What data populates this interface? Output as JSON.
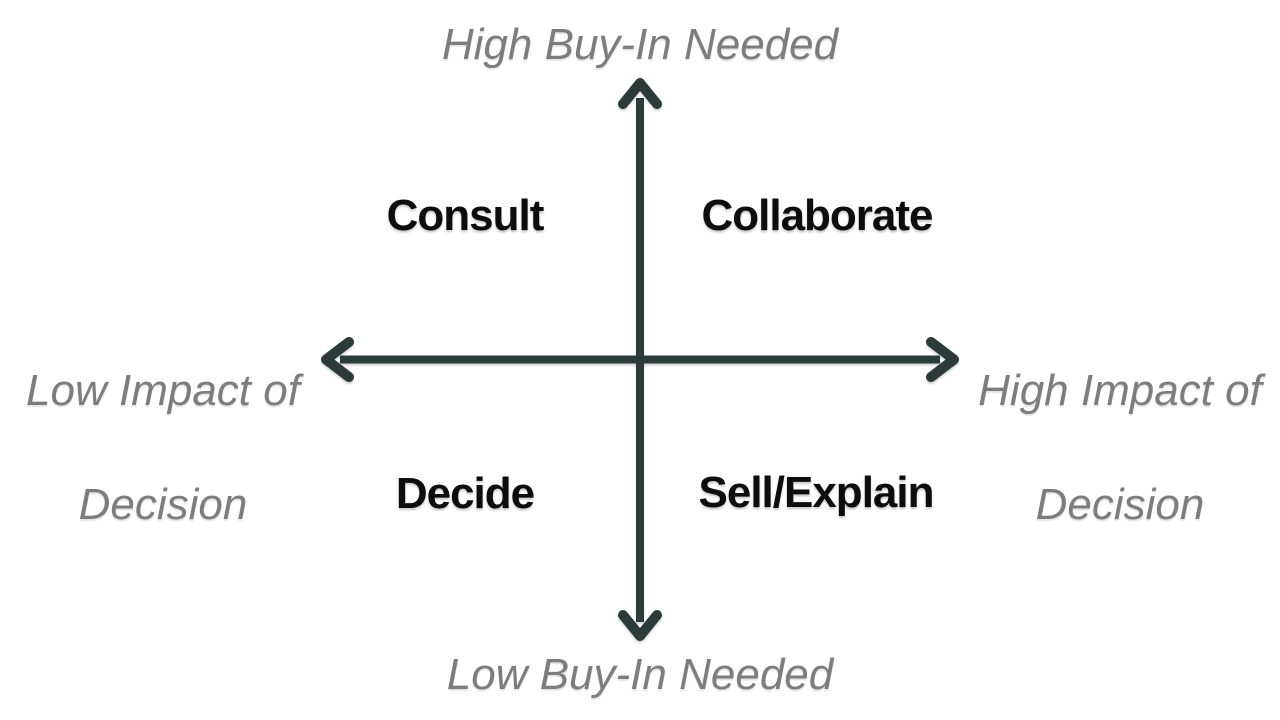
{
  "colors": {
    "background": "#ffffff",
    "axis": "#2b3b39",
    "axis_label_text": "#7d7d7d",
    "quadrant_label_text": "#0d0d0d"
  },
  "axes": {
    "top": "High Buy-In Needed",
    "bottom": "Low Buy-In Needed",
    "left_line1": "Low Impact of",
    "left_line2": "Decision",
    "right_line1": "High Impact of",
    "right_line2": "Decision"
  },
  "quadrants": {
    "top_left": "Consult",
    "top_right": "Collaborate",
    "bottom_left": "Decide",
    "bottom_right": "Sell/Explain"
  }
}
